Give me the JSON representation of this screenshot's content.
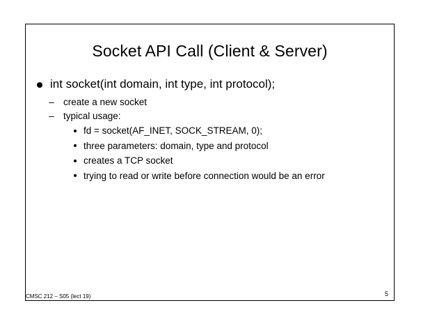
{
  "slide": {
    "title": "Socket API Call (Client & Server)",
    "main_bullet": "int socket(int domain, int type, int protocol);",
    "sub_items": [
      "create a new socket",
      "typical usage:"
    ],
    "usage_items": [
      "fd = socket(AF_INET, SOCK_STREAM, 0);",
      "three parameters: domain, type and protocol",
      "creates a TCP socket",
      "trying to read or write before connection would be an error"
    ],
    "footer": {
      "course": "CMSC 212 – S05 (lect 19)",
      "page_number": "5"
    }
  }
}
